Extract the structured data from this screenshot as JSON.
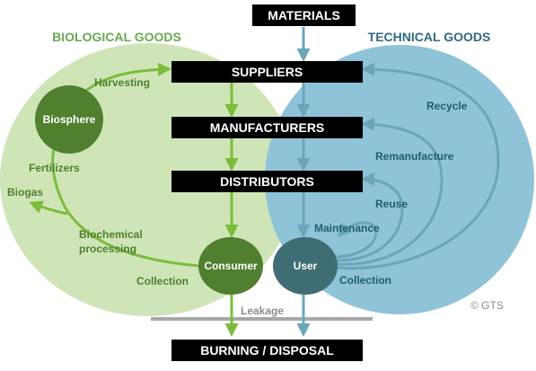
{
  "titles": {
    "biological": "BIOLOGICAL GOODS",
    "technical": "TECHNICAL GOODS"
  },
  "boxes": {
    "materials": "MATERIALS",
    "suppliers": "SUPPLIERS",
    "manufacturers": "MANUFACTURERS",
    "distributors": "DISTRIBUTORS",
    "burning": "BURNING / DISPOSAL"
  },
  "nodes": {
    "biosphere": "Biosphere",
    "consumer": "Consumer",
    "user": "User"
  },
  "bio_labels": {
    "harvesting": "Harvesting",
    "fertilizers": "Fertilizers",
    "biogas": "Biogas",
    "biochemical_1": "Biochemical",
    "biochemical_2": "processing",
    "collection": "Collection"
  },
  "tech_labels": {
    "recycle": "Recycle",
    "remanufacture": "Remanufacture",
    "reuse": "Reuse",
    "maintenance": "Maintenance",
    "collection": "Collection"
  },
  "leakage": "Leakage",
  "copyright": "© GTS",
  "colors": {
    "bio_fill": "#cfe5b7",
    "tech_fill": "#8fc3d7",
    "bio_arrow": "#7dbb3c",
    "tech_arrow": "#6aa6b8",
    "bio_node": "#4f7f2f",
    "tech_node": "#3e6d73",
    "box": "#000000"
  }
}
